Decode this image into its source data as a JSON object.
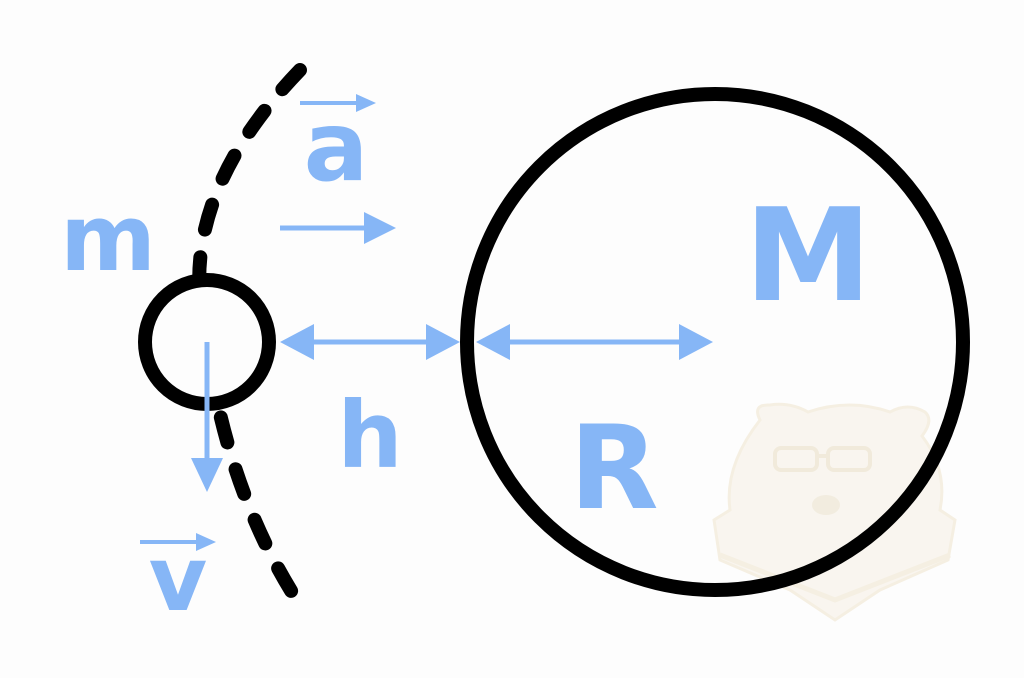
{
  "colors": {
    "background": "#fdfdfd",
    "stroke": "#000000",
    "accent": "#86b6f6",
    "watermark_fill": "#f6f0e4",
    "watermark_stroke": "#efe4cd"
  },
  "labels": {
    "small_mass": "m",
    "large_mass": "M",
    "acceleration": "a",
    "velocity": "v",
    "height": "h",
    "radius": "R"
  },
  "watermark": {
    "icon": "bear-reading-book-icon"
  }
}
